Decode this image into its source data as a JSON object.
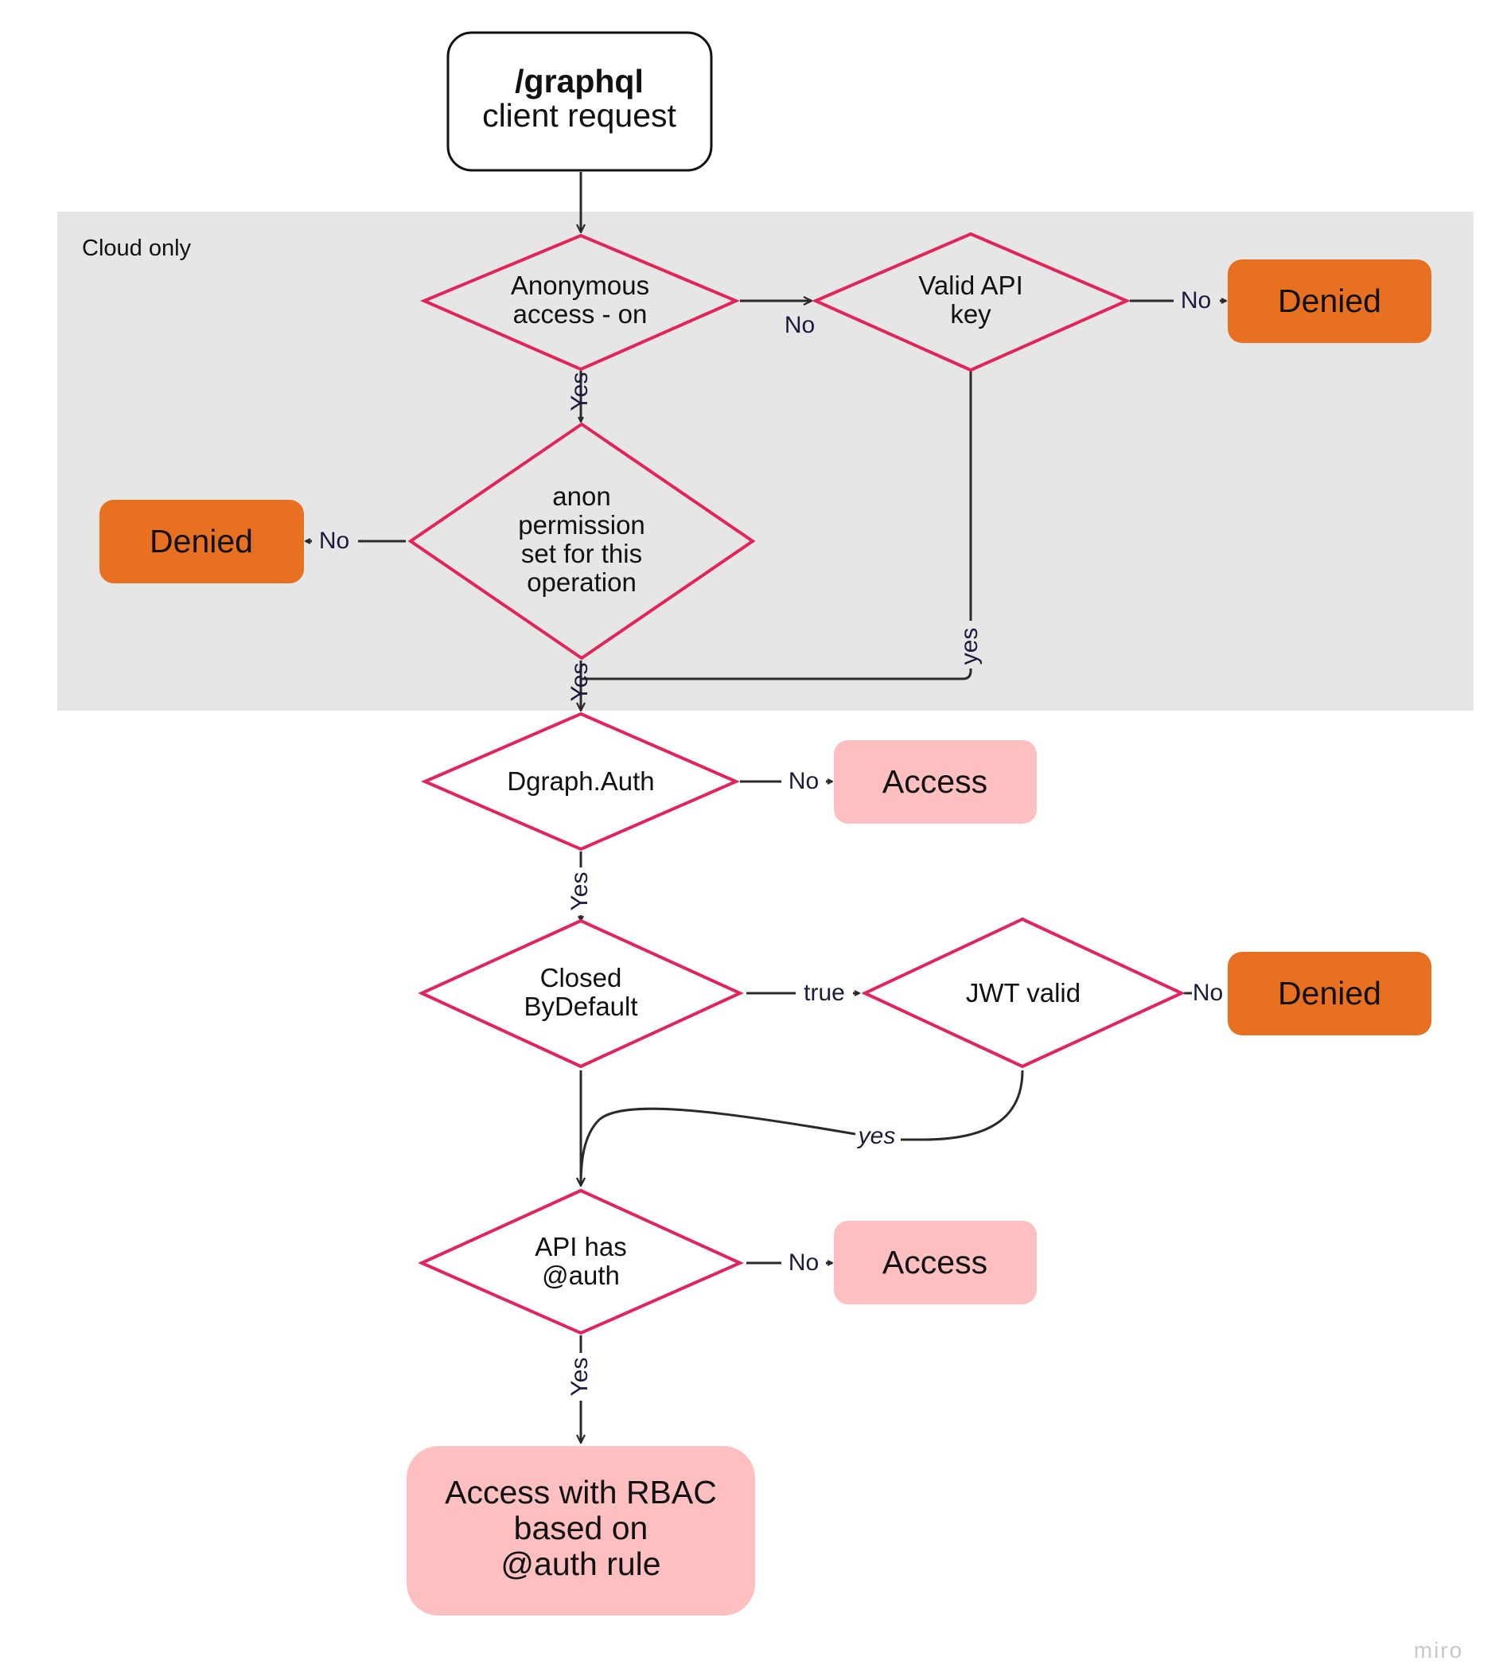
{
  "colors": {
    "region_fill": "#e6e6e6",
    "diamond_stroke": "#e2245a",
    "denied_fill": "#e87021",
    "access_fill": "#fdbfbf",
    "edge": "#2a2a2a",
    "start_stroke": "#111111"
  },
  "region": {
    "label": "Cloud only"
  },
  "nodes": {
    "start": {
      "line1": "/graphql",
      "line2": "client request"
    },
    "anon_access": {
      "line1": "Anonymous",
      "line2": "access - on"
    },
    "valid_api_key": {
      "line1": "Valid API",
      "line2": "key"
    },
    "denied_1": {
      "label": "Denied"
    },
    "anon_permission": {
      "line1": "anon",
      "line2": "permission",
      "line3": "set for this",
      "line4": "operation"
    },
    "denied_2": {
      "label": "Denied"
    },
    "dgraph_auth": {
      "line1": "Dgraph.Auth"
    },
    "access_1": {
      "label": "Access"
    },
    "closed_by_default": {
      "line1": "Closed",
      "line2": "ByDefault"
    },
    "jwt_valid": {
      "line1": "JWT valid"
    },
    "denied_3": {
      "label": "Denied"
    },
    "api_has_auth": {
      "line1": "API has",
      "line2": "@auth"
    },
    "access_2": {
      "label": "Access"
    },
    "access_rbac": {
      "line1": "Access with RBAC",
      "line2": "based on",
      "line3": "@auth rule"
    }
  },
  "edges": {
    "anon_no": "No",
    "apikey_no": "No",
    "anon_yes": "Yes",
    "perm_no": "No",
    "perm_yes": "Yes",
    "apikey_yes": "yes",
    "dgraph_no": "No",
    "dgraph_yes": "Yes",
    "closed_true": "true",
    "jwt_no": "No",
    "jwt_yes": "yes",
    "api_auth_no": "No",
    "api_auth_yes": "Yes"
  },
  "watermark": "miro"
}
